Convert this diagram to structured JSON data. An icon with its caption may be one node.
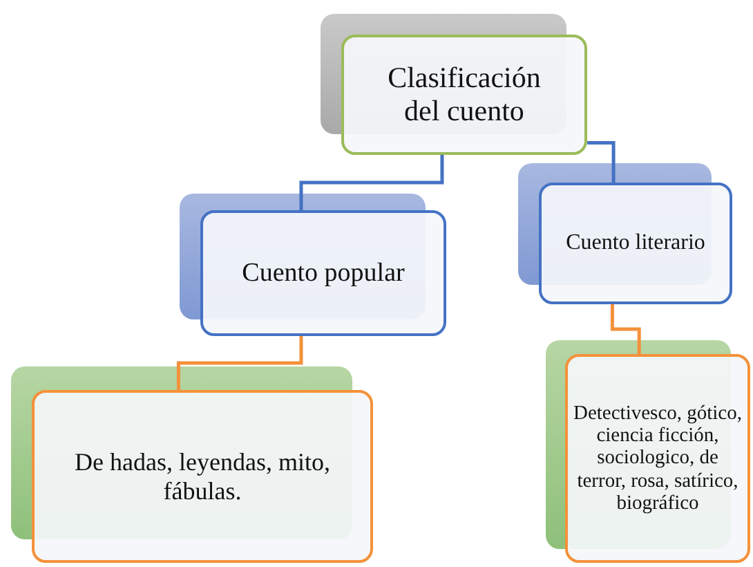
{
  "diagram": {
    "nodes": [
      {
        "text": [
          "Clasificación del cuento"
        ]
      },
      {
        "text": [
          "Cuento popular"
        ]
      },
      {
        "text": [
          "Cuento literario"
        ]
      },
      {
        "text": [
          "De hadas, leyendas, mito, fábulas."
        ]
      },
      {
        "text": [
          "Detectivesco, gótico, ciencia ficción, sociologico, de terror, rosa, satírico, biográfico"
        ]
      }
    ],
    "edges": [
      {
        "from": 0,
        "to": 1,
        "arrow": "none",
        "color": "#4472c4"
      },
      {
        "from": 0,
        "to": 2,
        "arrow": "none",
        "color": "#4472c4"
      },
      {
        "from": 1,
        "to": 3,
        "arrow": "none",
        "color": "#f4913a"
      },
      {
        "from": 2,
        "to": 4,
        "arrow": "none",
        "color": "#f4913a"
      }
    ]
  }
}
